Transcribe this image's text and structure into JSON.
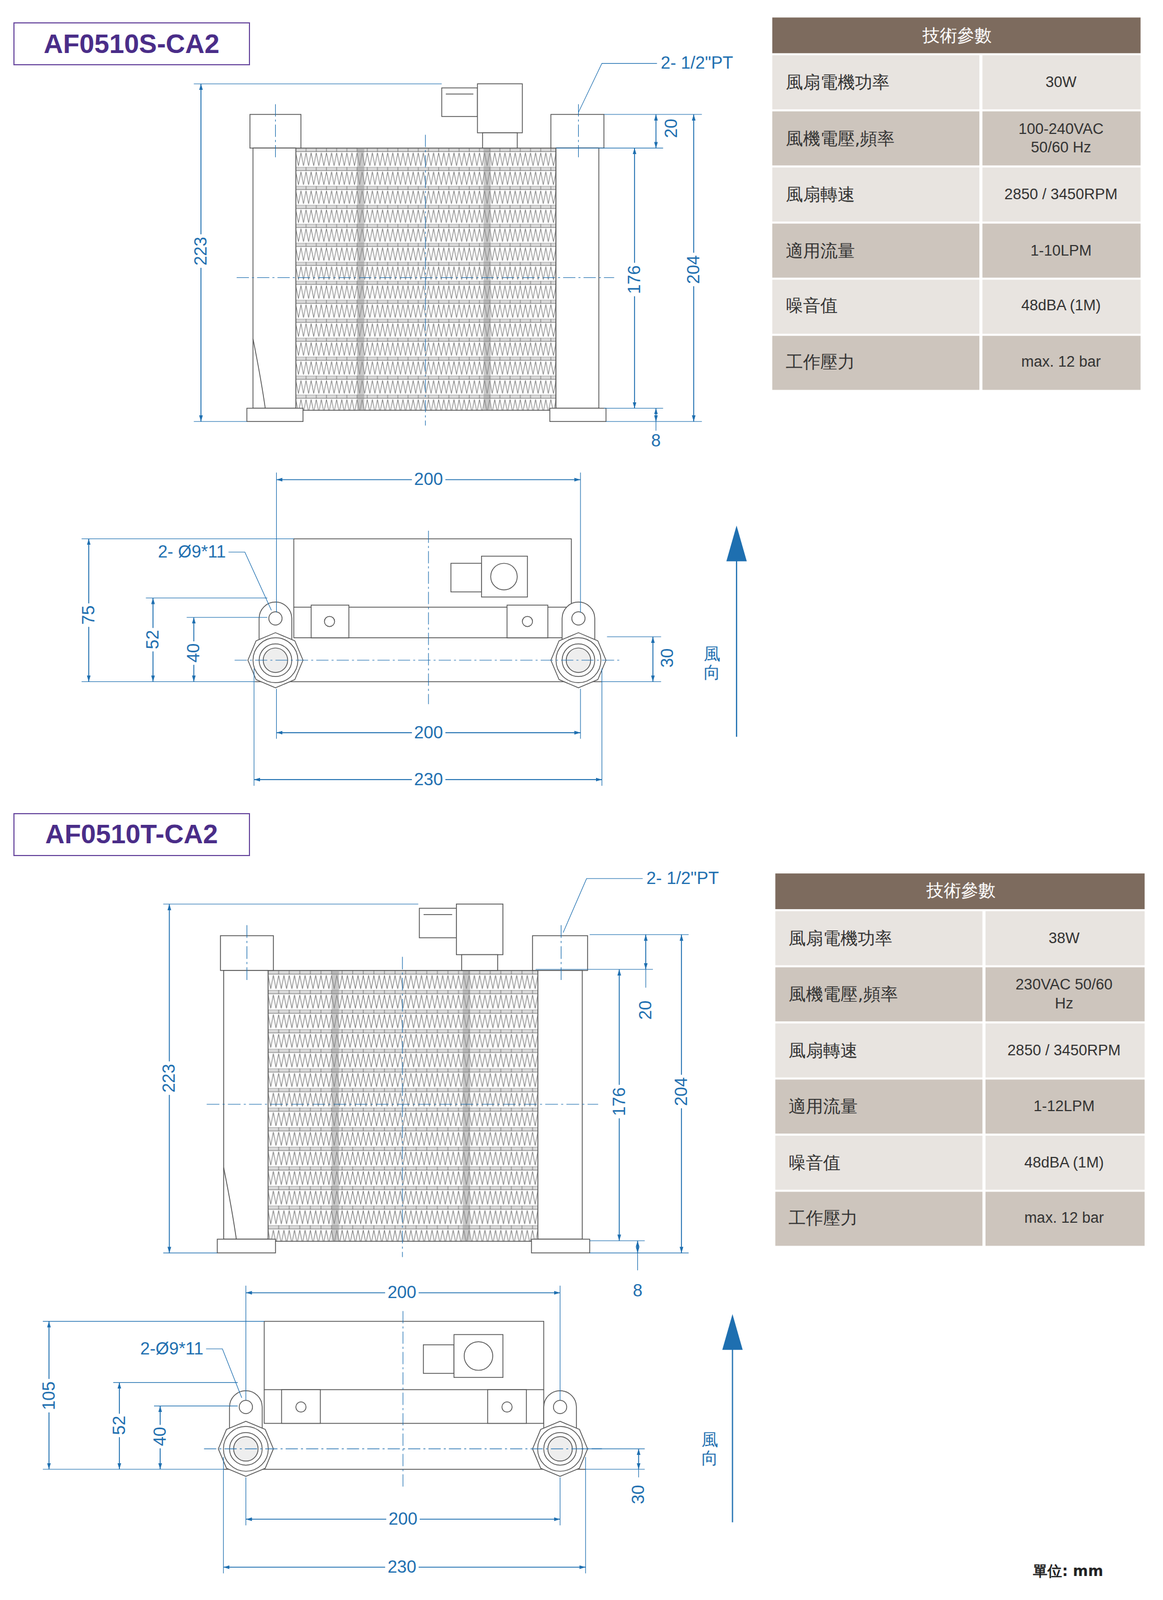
{
  "diagram": {
    "nodes": [
      {
        "text": [
          "AF0510S-CA2"
        ]
      },
      {
        "text": [
          "AF0510T-CA2"
        ]
      }
    ],
    "labels": [
      "2- 1/2\"PT",
      "223",
      "20",
      "176",
      "204",
      "8",
      "200",
      "2- Ø9*11",
      "75",
      "52",
      "40",
      "30",
      "風向",
      "200",
      "230",
      "技術參數",
      "風扇電機功率",
      "30W",
      "風機電壓,頻率",
      "100-240VAC 50/60 Hz",
      "風扇轉速",
      "2850 / 3450RPM",
      "適用流量",
      "1-10LPM",
      "噪音值",
      "48dBA (1M)",
      "工作壓力",
      "max. 12 bar",
      "2- 1/2\"PT",
      "223",
      "20",
      "176",
      "204",
      "8",
      "200",
      "2-Ø9*11",
      "105",
      "52",
      "40",
      "30",
      "風向",
      "200",
      "230",
      "技術參數",
      "風扇電機功率",
      "38W",
      "風機電壓,頻率",
      "230VAC 50/60 Hz",
      "風扇轉速",
      "2850 / 3450RPM",
      "適用流量",
      "1-12LPM",
      "噪音值",
      "48dBA (1M)",
      "工作壓力",
      "max. 12 bar",
      "單位: mm"
    ]
  }
}
